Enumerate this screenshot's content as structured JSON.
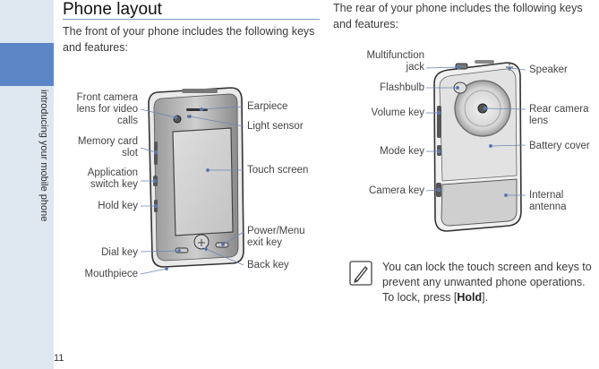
{
  "sidebar": {
    "chapter_label": "introducing your mobile phone"
  },
  "page": {
    "number": "11",
    "title": "Phone layout"
  },
  "front": {
    "intro": "The front of your phone includes the following keys and features:",
    "labels": {
      "front_camera": "Front camera lens for video calls",
      "memory_card_slot": "Memory card slot",
      "application_switch_key": "Application switch key",
      "hold_key": "Hold key",
      "dial_key": "Dial key",
      "mouthpiece": "Mouthpiece",
      "earpiece": "Earpiece",
      "light_sensor": "Light sensor",
      "touch_screen": "Touch screen",
      "power_menu_exit_key": "Power/Menu exit key",
      "back_key": "Back key"
    }
  },
  "rear": {
    "intro": "The rear of your phone includes the following keys and features:",
    "labels": {
      "multifunction_jack": "Multifunction jack",
      "flashbulb": "Flashbulb",
      "volume_key": "Volume key",
      "mode_key": "Mode key",
      "camera_key": "Camera key",
      "speaker": "Speaker",
      "rear_camera_lens": "Rear camera lens",
      "battery_cover": "Battery cover",
      "internal_antenna": "Internal antenna"
    }
  },
  "note": {
    "icon": "note-pencil-icon",
    "text_before": "You can lock the touch screen and keys to prevent any unwanted phone operations. To lock, press [",
    "bold": "Hold",
    "text_after": "]."
  },
  "colors": {
    "sidebar_bg": "#dfe7f1",
    "tab": "#5d86c6",
    "accent_rule": "#7a9ccf"
  }
}
